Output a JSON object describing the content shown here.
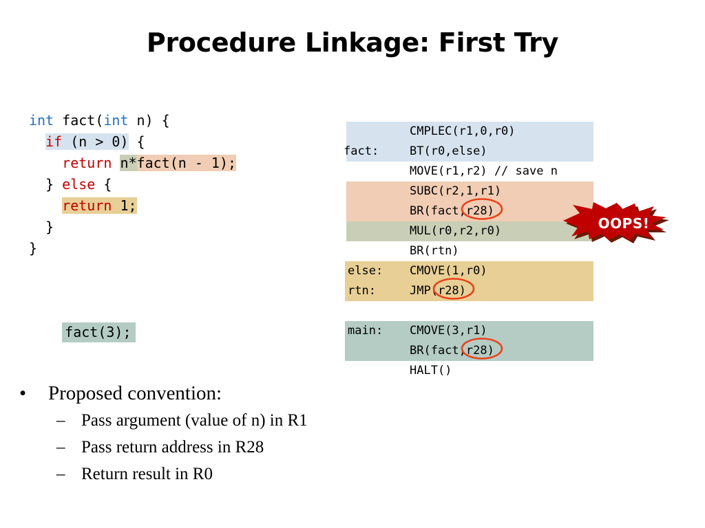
{
  "title": "Procedure Linkage: First Try",
  "c_code": {
    "lines": [
      {
        "segments": [
          {
            "text": "int",
            "style": "kw-blue",
            "hl": "none"
          },
          {
            "text": " fact(",
            "style": "plain",
            "hl": "none"
          },
          {
            "text": "int",
            "style": "kw-blue",
            "hl": "none"
          },
          {
            "text": " n) {",
            "style": "plain",
            "hl": "none"
          }
        ]
      },
      {
        "segments": [
          {
            "text": "  ",
            "style": "plain",
            "hl": "none"
          },
          {
            "text": "if",
            "style": "kw-red",
            "hl": "blue"
          },
          {
            "text": " (n > 0)",
            "style": "plain",
            "hl": "blue"
          },
          {
            "text": " {",
            "style": "plain",
            "hl": "none"
          }
        ]
      },
      {
        "segments": [
          {
            "text": "    ",
            "style": "plain",
            "hl": "none"
          },
          {
            "text": "return",
            "style": "kw-red",
            "hl": "none"
          },
          {
            "text": " ",
            "style": "plain",
            "hl": "none"
          },
          {
            "text": "n*",
            "style": "plain",
            "hl": "sage"
          },
          {
            "text": "fact(n - 1);",
            "style": "plain",
            "hl": "peach"
          }
        ]
      },
      {
        "segments": [
          {
            "text": "  } ",
            "style": "plain",
            "hl": "none"
          },
          {
            "text": "else",
            "style": "kw-red",
            "hl": "none"
          },
          {
            "text": " {",
            "style": "plain",
            "hl": "none"
          }
        ]
      },
      {
        "segments": [
          {
            "text": "    ",
            "style": "plain",
            "hl": "none"
          },
          {
            "text": "return",
            "style": "kw-red",
            "hl": "khaki"
          },
          {
            "text": " 1;",
            "style": "plain",
            "hl": "khaki"
          }
        ]
      },
      {
        "segments": [
          {
            "text": "  }",
            "style": "plain",
            "hl": "none"
          }
        ]
      },
      {
        "segments": [
          {
            "text": "}",
            "style": "plain",
            "hl": "none"
          }
        ]
      }
    ],
    "call_text": "fact(3);"
  },
  "asm": {
    "heading": "fact:",
    "rows": [
      {
        "label": "",
        "code": "CMPLEC(r1,0,r0)",
        "band": "blue",
        "circle": false
      },
      {
        "label": "",
        "code": "BT(r0,else)",
        "band": "blue",
        "circle": false
      },
      {
        "label": "",
        "code": "MOVE(r1,r2) // save n",
        "band": "none",
        "circle": false
      },
      {
        "label": "",
        "code": "SUBC(r2,1,r1)",
        "band": "peach",
        "circle": false
      },
      {
        "label": "",
        "code": "BR(fact,",
        "code_tail": ")",
        "circled": "r28",
        "band": "peach",
        "circle": true
      },
      {
        "label": "",
        "code": "MUL(r0,r2,r0)",
        "band": "sage",
        "circle": false
      },
      {
        "label": "",
        "code": "BR(rtn)",
        "band": "none",
        "circle": false
      },
      {
        "label": "else:",
        "code": "CMOVE(1,r0)",
        "band": "khaki",
        "circle": false
      },
      {
        "label": "rtn:",
        "code": "JMP(",
        "code_tail": ")",
        "circled": "r28",
        "band": "khaki",
        "circle": true
      },
      {
        "label": "",
        "code": "",
        "band": "none",
        "circle": false
      },
      {
        "label": "main:",
        "code": "CMOVE(3,r1)",
        "band": "teal",
        "circle": false
      },
      {
        "label": "",
        "code": "BR(fact,",
        "code_tail": ")",
        "circled": "r28",
        "band": "teal",
        "circle": true
      },
      {
        "label": "",
        "code": "HALT()",
        "band": "none",
        "circle": false
      }
    ]
  },
  "oops": {
    "label": "OOPS!"
  },
  "bullets": {
    "marker_level1": "•",
    "marker_level2": "–",
    "level1": "Proposed convention:",
    "level2": [
      "Pass argument (value of n) in R1",
      "Pass return address in R28",
      "Return result in R0"
    ]
  },
  "colors": {
    "highlight_blue": "#d6e3ef",
    "highlight_sage": "#c9cfb6",
    "highlight_peach": "#f0cdb4",
    "highlight_khaki": "#e8cf96",
    "highlight_teal": "#b4ccc4",
    "keyword_blue": "#1f6fc4",
    "keyword_red": "#c00000",
    "burst_red": "#c00000",
    "annotation_orange": "#e8421a"
  }
}
